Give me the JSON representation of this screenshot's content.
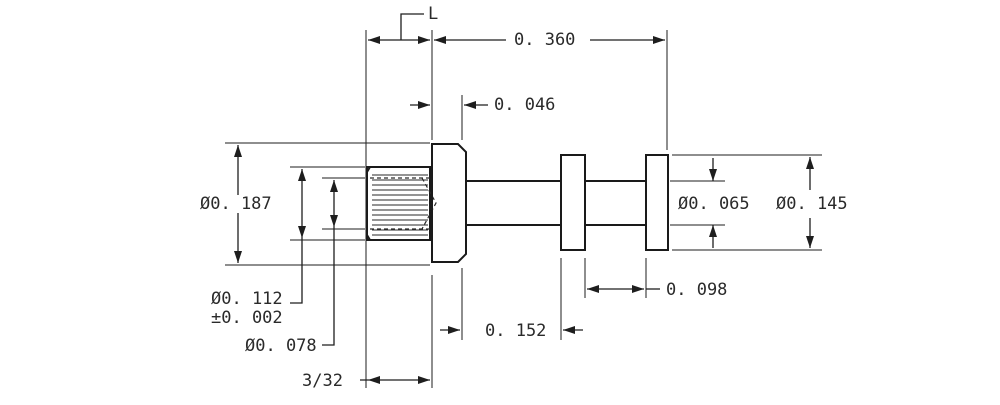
{
  "drawing": {
    "dim_l": "L",
    "dim_overall_length": "0. 360",
    "dim_flange_thickness": "0. 046",
    "dim_flange_dia": "Ø0. 187",
    "dim_knurl_dia": "Ø0. 112",
    "dim_knurl_tol": "±0. 002",
    "dim_pin_dia": "Ø0. 078",
    "dim_knurl_length": "3/32",
    "dim_shaft_dia": "Ø0. 065",
    "dim_collar_dia": "Ø0. 145",
    "dim_collar_spacing": "0. 098",
    "dim_collar_offset": "0. 152"
  }
}
